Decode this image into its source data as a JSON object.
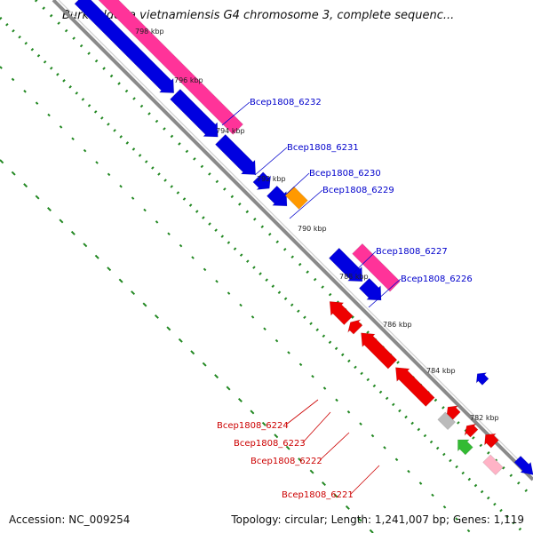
{
  "header": {
    "title": "Burkholderia vietnamiensis G4 chromosome 3, complete sequenc..."
  },
  "footer": {
    "accession": "Accession: NC_009254",
    "stats": "Topology: circular; Length: 1,241,007 bp; Genes: 1,119"
  },
  "ticks": [
    "798 kbp",
    "796 kbp",
    "794 kbp",
    "792 kbp",
    "790 kbp",
    "788 kbp",
    "786 kbp",
    "784 kbp",
    "782 kbp"
  ],
  "gene_labels_forward": [
    "Bcep1808_6232",
    "Bcep1808_6231",
    "Bcep1808_6230",
    "Bcep1808_6229",
    "Bcep1808_6227",
    "Bcep1808_6226"
  ],
  "gene_labels_reverse": [
    "Bcep1808_6224",
    "Bcep1808_6223",
    "Bcep1808_6222",
    "Bcep1808_6221"
  ],
  "colors": {
    "backbone": "#8a8a8a",
    "forward_cds": "#0000e0",
    "forward_feature": "#ff3399",
    "reverse_cds": "#ee0000",
    "orange_feature": "#ff9900",
    "green_feature": "#33bb33",
    "grey_feature": "#bbbbbb",
    "dots": "#228822",
    "label_forward": "#0000cc",
    "label_reverse": "#cc0000",
    "tick_text": "#222222"
  }
}
